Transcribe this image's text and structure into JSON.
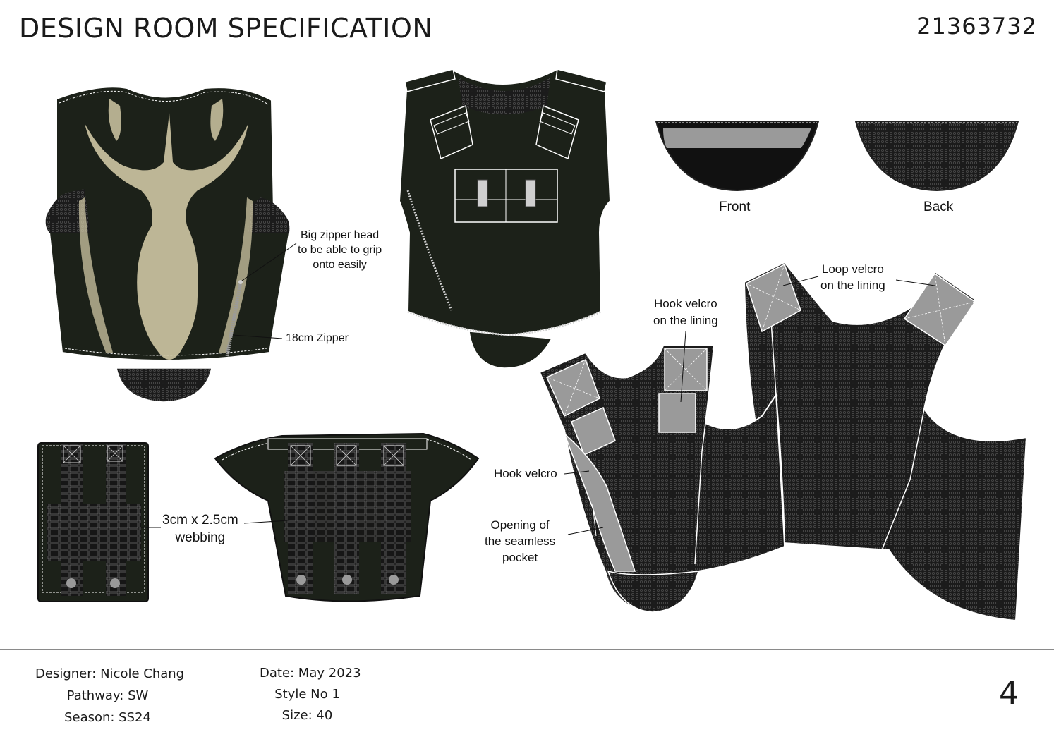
{
  "header": {
    "title": "DESIGN ROOM SPECIFICATION",
    "student_id": "21363732"
  },
  "callouts": {
    "zipper_head": [
      "Big zipper head",
      "to be able to grip",
      "onto easily"
    ],
    "zipper": "18cm Zipper",
    "front": "Front",
    "back": "Back",
    "loop_velcro": [
      "Loop velcro",
      "on the lining"
    ],
    "hook_velcro_lining": [
      "Hook velcro",
      "on the lining"
    ],
    "hook_velcro": "Hook velcro",
    "pocket_opening": [
      "Opening of",
      "the seamless",
      "pocket"
    ],
    "webbing": [
      "3cm x 2.5cm",
      "webbing"
    ]
  },
  "footer": {
    "designer": "Designer: Nicole Chang",
    "pathway": "Pathway: SW",
    "season": "Season: SS24",
    "date": "Date: May 2023",
    "style_no": "Style No 1",
    "size": "Size: 40",
    "page_number": "4"
  },
  "colors": {
    "garment": "#1c2119",
    "mesh": "#2a2a2a",
    "velcro": "#9a9a9a",
    "stitch": "#ffffff",
    "print": "#cfc7a4"
  }
}
